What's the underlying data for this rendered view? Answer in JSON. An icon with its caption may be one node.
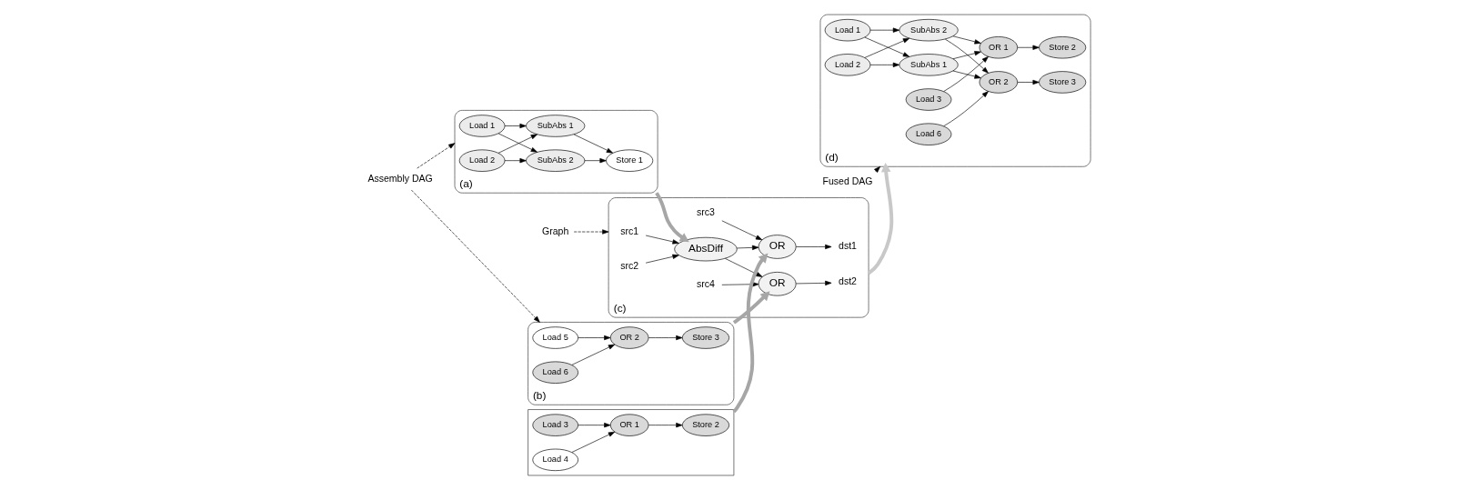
{
  "diagram": {
    "nodes": [
      {
        "text": [
          "(a)"
        ]
      },
      {
        "text": [
          "Load 1"
        ],
        "in": 0
      },
      {
        "text": [
          "SubAbs 1"
        ],
        "in": 0
      },
      {
        "text": [
          "Load 2"
        ],
        "in": 0
      },
      {
        "text": [
          "SubAbs 2"
        ],
        "in": 0
      },
      {
        "text": [
          "Store 1"
        ],
        "in": 0
      },
      {
        "text": [
          "(b)"
        ]
      },
      {
        "text": [
          "Load 5"
        ],
        "in": 6
      },
      {
        "text": [
          "Load 6"
        ],
        "in": 6
      },
      {
        "text": [
          "OR 2"
        ],
        "in": 6
      },
      {
        "text": [
          "Store 3"
        ],
        "in": 6
      },
      {
        "text": [
          "Assembly DAG"
        ]
      },
      {
        "text": [
          "(c)"
        ]
      },
      {
        "text": [
          "Graph"
        ]
      },
      {
        "text": [
          "src1"
        ],
        "in": 12
      },
      {
        "text": [
          "src2"
        ],
        "in": 12
      },
      {
        "text": [
          "AbsDiff"
        ],
        "in": 12
      },
      {
        "text": [
          "src3"
        ],
        "in": 12
      },
      {
        "text": [
          "OR"
        ],
        "in": 12
      },
      {
        "text": [
          "dst1"
        ],
        "in": 12
      },
      {
        "text": [
          "src4"
        ],
        "in": 12
      },
      {
        "text": [
          "OR"
        ],
        "in": 12
      },
      {
        "text": [
          "dst2"
        ],
        "in": 12
      },
      {
        "text": [],
        "shape": "box"
      },
      {
        "text": [
          "Load 3"
        ],
        "in": 23
      },
      {
        "text": [
          "Load 4"
        ],
        "in": 23
      },
      {
        "text": [
          "OR 1"
        ],
        "in": 23
      },
      {
        "text": [
          "Store 2"
        ],
        "in": 23
      },
      {
        "text": [
          "Fused DAG"
        ]
      },
      {
        "text": [
          "(d)"
        ]
      },
      {
        "text": [
          "Load 3"
        ],
        "in": 29
      },
      {
        "text": [
          "Load 1"
        ],
        "in": 29
      },
      {
        "text": [
          "Load 2"
        ],
        "in": 29
      },
      {
        "text": [
          "SubAbs 1"
        ],
        "in": 29
      },
      {
        "text": [
          "SubAbs 2"
        ],
        "in": 29
      },
      {
        "text": [
          "OR 1"
        ],
        "in": 29
      },
      {
        "text": [
          "Store 2"
        ],
        "in": 29
      },
      {
        "text": [
          "OR 2"
        ],
        "in": 29
      },
      {
        "text": [
          "Load 6"
        ],
        "in": 29
      },
      {
        "text": [
          "Store 3"
        ],
        "in": 29
      }
    ],
    "edges": [
      {
        "from": 1,
        "to": 2,
        "arrow": "to"
      },
      {
        "from": 1,
        "to": 4,
        "arrow": "to"
      },
      {
        "from": 3,
        "to": 2,
        "arrow": "to"
      },
      {
        "from": 3,
        "to": 4,
        "arrow": "to"
      },
      {
        "from": 2,
        "to": 5,
        "arrow": "to"
      },
      {
        "from": 4,
        "to": 5,
        "arrow": "to"
      },
      {
        "from": 7,
        "to": 9,
        "arrow": "to"
      },
      {
        "from": 8,
        "to": 9,
        "arrow": "to"
      },
      {
        "from": 9,
        "to": 10,
        "arrow": "to"
      },
      {
        "from": 11,
        "to": 0,
        "arrow": "to",
        "style": "dashed"
      },
      {
        "from": 11,
        "to": 6,
        "arrow": "to",
        "style": "dashed"
      },
      {
        "from": 13,
        "to": 12,
        "arrow": "to",
        "style": "dashed"
      },
      {
        "from": 14,
        "to": 16,
        "arrow": "to"
      },
      {
        "from": 15,
        "to": 16,
        "arrow": "to"
      },
      {
        "from": 16,
        "to": 18,
        "arrow": "to"
      },
      {
        "from": 16,
        "to": 21,
        "arrow": "to"
      },
      {
        "from": 17,
        "to": 18,
        "arrow": "to"
      },
      {
        "from": 18,
        "to": 19,
        "arrow": "to"
      },
      {
        "from": 20,
        "to": 21,
        "arrow": "to"
      },
      {
        "from": 21,
        "to": 22,
        "arrow": "to"
      },
      {
        "from": 0,
        "to": 16,
        "arrow": "to",
        "style": "thick",
        "color": "#a6a6a6"
      },
      {
        "from": 23,
        "to": 18,
        "arrow": "to",
        "style": "thick",
        "color": "#a6a6a6"
      },
      {
        "from": 6,
        "to": 21,
        "arrow": "to",
        "style": "thick",
        "color": "#a6a6a6"
      },
      {
        "from": 24,
        "to": 26,
        "arrow": "to"
      },
      {
        "from": 25,
        "to": 26,
        "arrow": "to"
      },
      {
        "from": 26,
        "to": 27,
        "arrow": "to"
      },
      {
        "from": 12,
        "to": 29,
        "arrow": "to",
        "style": "thick",
        "color": "#c8c8c8"
      },
      {
        "from": 28,
        "to": 29,
        "arrow": "to",
        "style": "dashed"
      },
      {
        "from": 30,
        "to": 35,
        "arrow": "to"
      },
      {
        "from": 31,
        "to": 33,
        "arrow": "to"
      },
      {
        "from": 31,
        "to": 34,
        "arrow": "to"
      },
      {
        "from": 32,
        "to": 33,
        "arrow": "to"
      },
      {
        "from": 32,
        "to": 34,
        "arrow": "to"
      },
      {
        "from": 33,
        "to": 35,
        "arrow": "to"
      },
      {
        "from": 33,
        "to": 37,
        "arrow": "to"
      },
      {
        "from": 34,
        "to": 35,
        "arrow": "to"
      },
      {
        "from": 34,
        "to": 37,
        "arrow": "to"
      },
      {
        "from": 38,
        "to": 37,
        "arrow": "to"
      },
      {
        "from": 35,
        "to": 36,
        "arrow": "to"
      },
      {
        "from": 37,
        "to": 39,
        "arrow": "to"
      }
    ]
  }
}
